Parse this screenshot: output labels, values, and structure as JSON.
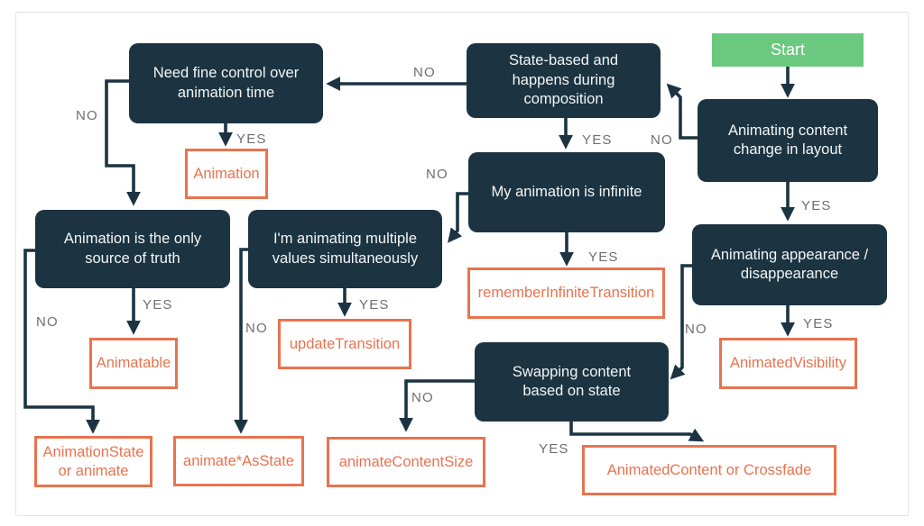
{
  "palette": {
    "navy": "#1C3442",
    "orange": "#E8734F",
    "green": "#6AC97E",
    "gray": "#6F6F73",
    "frame_border": "#E4E4E6",
    "background": "#FFFFFF"
  },
  "nodes": {
    "start": {
      "label": "Start"
    },
    "need_fine_control": {
      "label": "Need fine control over\nanimation time"
    },
    "state_based": {
      "label": "State-based and\nhappens during\ncomposition"
    },
    "animating_content_change": {
      "label": "Animating content\nchange in layout"
    },
    "my_animation_infinite": {
      "label": "My animation is infinite"
    },
    "animation_only_source": {
      "label": "Animation is the only\nsource of truth"
    },
    "im_animating_multiple": {
      "label": "I'm animating multiple\nvalues simultaneously"
    },
    "animating_appearance": {
      "label": "Animating appearance /\ndisappearance"
    },
    "swapping_content": {
      "label": "Swapping content\nbased on state"
    },
    "animation_api": {
      "label": "Animation"
    },
    "animatable_api": {
      "label": "Animatable"
    },
    "update_transition_api": {
      "label": "updateTransition"
    },
    "remember_infinite_api": {
      "label": "rememberInfiniteTransition"
    },
    "animated_visibility_api": {
      "label": "AnimatedVisibility"
    },
    "animation_state_api": {
      "label": "AnimationState\nor animate"
    },
    "animate_as_state_api": {
      "label": "animate*AsState"
    },
    "animate_content_size_api": {
      "label": "animateContentSize"
    },
    "animated_content_api": {
      "label": "AnimatedContent or Crossfade"
    }
  },
  "edge_labels": {
    "sb_nfc_no": "NO",
    "nfc_no": "NO",
    "nfc_yes": "YES",
    "sb_yes": "YES",
    "acc_no": "NO",
    "mai_no": "NO",
    "mai_yes": "YES",
    "acc_yes": "YES",
    "aos_yes": "YES",
    "aos_no": "NO",
    "iam_yes": "YES",
    "iam_no": "NO",
    "swap_no": "NO",
    "swap_yes": "YES",
    "aa_no": "NO",
    "aa_yes": "YES"
  }
}
